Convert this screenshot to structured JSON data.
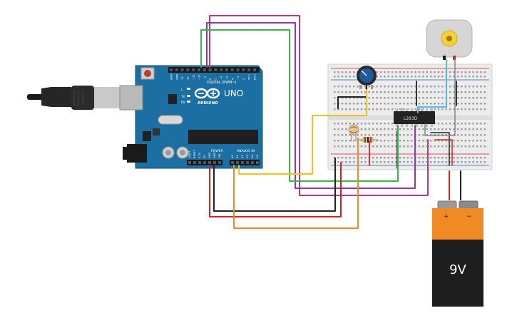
{
  "arduino": {
    "brand": "ARDUINO",
    "model": "UNO",
    "digital_header": "DIGITAL (PWM~)",
    "power_header": "POWER",
    "analog_header": "ANALOG IN",
    "tx": "TX",
    "rx": "RX",
    "l": "L",
    "digital_pins": [
      "AREF",
      "GND",
      "13",
      "12",
      "~11",
      "~10",
      "~9",
      "8",
      "7",
      "~6",
      "~5",
      "4",
      "~3",
      "2",
      "TX 1",
      "RX 0"
    ],
    "power_pins": [
      "IOREF",
      "RESET",
      "3.3V",
      "5V",
      "GND",
      "GND",
      "VIN"
    ],
    "analog_pins": [
      "A0",
      "A1",
      "A2",
      "A3",
      "A4",
      "A5"
    ]
  },
  "chip": {
    "label": "L293D"
  },
  "battery": {
    "label": "9V",
    "plus": "+",
    "minus": "−"
  },
  "colors": {
    "board": "#1b6fa3",
    "breadboard": "#ececec",
    "wire_red": "#d42222",
    "wire_black": "#222222",
    "wire_yellow": "#f2c21b",
    "wire_green": "#3cb44b",
    "wire_purple": "#8e3a9e",
    "wire_magenta": "#c4338a",
    "wire_orange": "#f08a24",
    "wire_blue": "#58b8e0",
    "battery_orange": "#f08a24",
    "battery_black": "#1e1e1e"
  }
}
